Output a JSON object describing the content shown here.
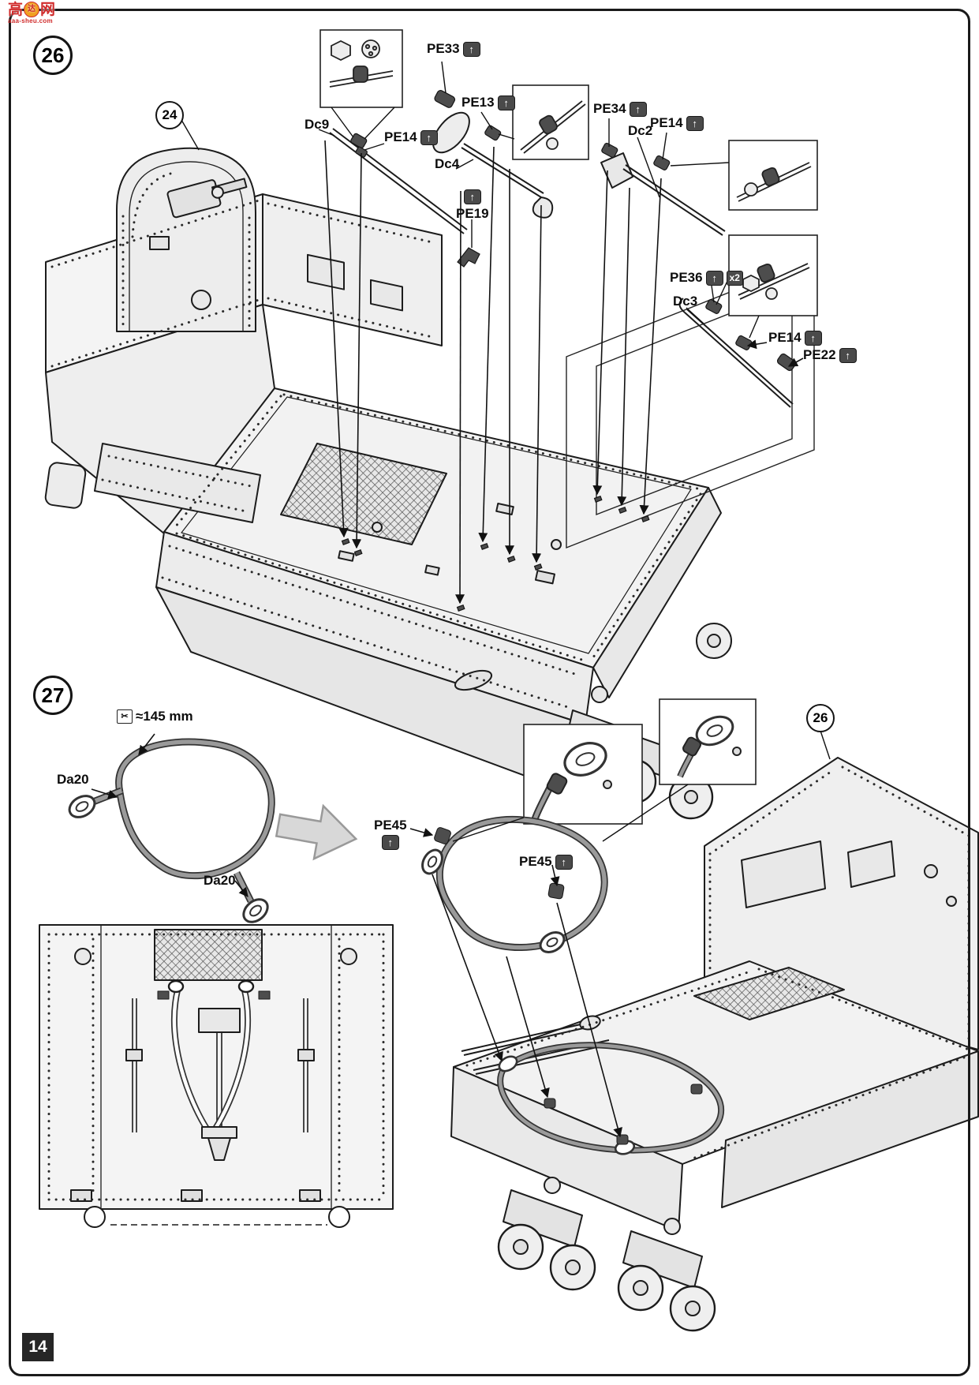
{
  "page": {
    "number": "14"
  },
  "watermark": {
    "title_left": "高",
    "title_right": "网",
    "logo_char": "达",
    "url": "aaa-sheu.com"
  },
  "icons": {
    "pe": "↑",
    "cut": "✂"
  },
  "step26": {
    "number": "26",
    "part_ref": "24",
    "labels": {
      "pe33": "PE33",
      "pe13": "PE13",
      "pe34": "PE34",
      "dc2": "Dc2",
      "pe14_a": "PE14",
      "dc9": "Dc9",
      "pe14_b": "PE14",
      "dc4": "Dc4",
      "pe19": "PE19",
      "pe36": "PE36",
      "pe36_qty": "x2",
      "dc3": "Dc3",
      "pe14_c": "PE14",
      "pe22": "PE22"
    }
  },
  "step27": {
    "number": "27",
    "ref": "26",
    "length_note": "≈145 mm",
    "labels": {
      "da20_a": "Da20",
      "da20_b": "Da20",
      "pe45_a": "PE45",
      "pe45_b": "PE45"
    }
  }
}
